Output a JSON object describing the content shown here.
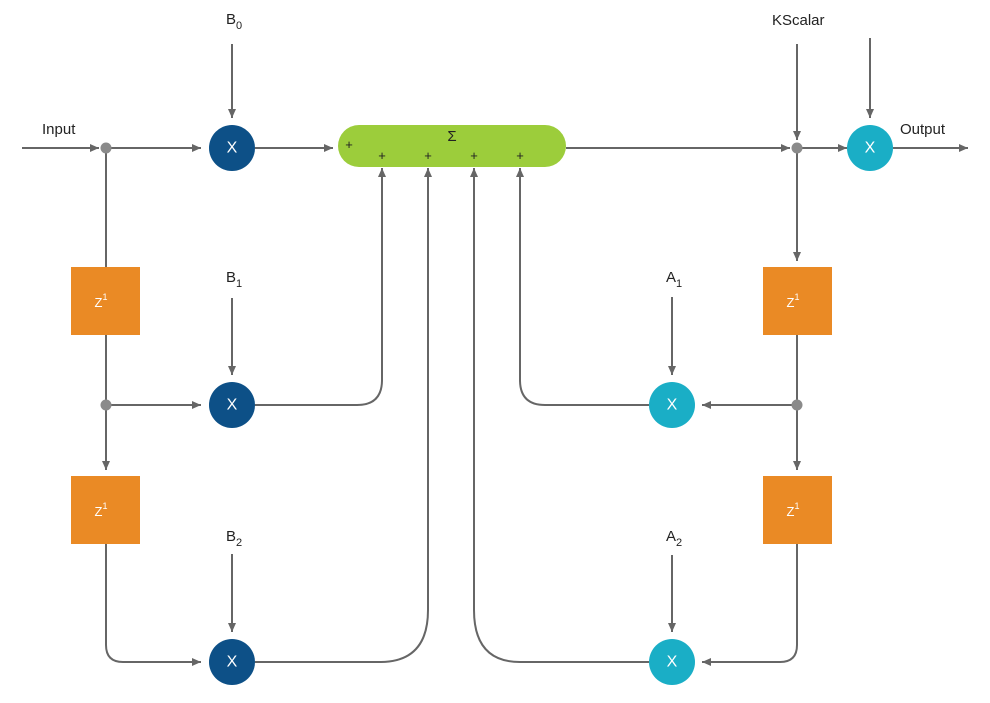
{
  "labels": {
    "input": "Input",
    "output": "Output",
    "kscalar": "KScalar",
    "b0": "B",
    "b0_sub": "0",
    "b1": "B",
    "b1_sub": "1",
    "b2": "B",
    "b2_sub": "2",
    "a1": "A",
    "a1_sub": "1",
    "a2": "A",
    "a2_sub": "2"
  },
  "multiplier_symbol": "X",
  "delay_symbol": "Z",
  "delay_exponent": "1",
  "summer": {
    "symbol": "Σ",
    "inputs": [
      "+",
      "+",
      "+",
      "+",
      "+"
    ]
  },
  "colors": {
    "feedforward_multiplier": "#0d5087",
    "feedback_multiplier": "#1aaec6",
    "delay_block": "#ea8a25",
    "summer": "#9ccd3b",
    "wire": "#666666"
  }
}
